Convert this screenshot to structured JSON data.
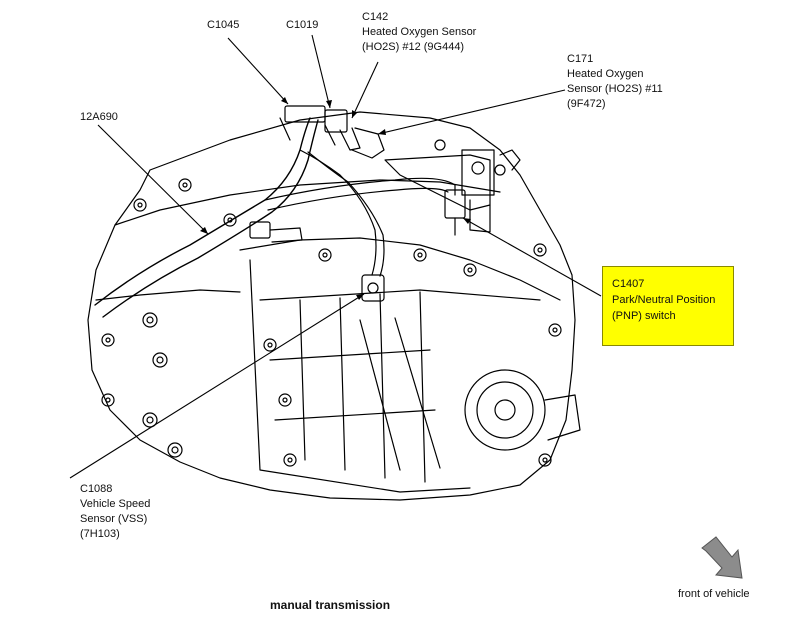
{
  "callouts": {
    "c1045": {
      "id": "C1045"
    },
    "c1019": {
      "id": "C1019"
    },
    "c142": {
      "id": "C142",
      "lines": [
        "Heated Oxygen Sensor",
        "(HO2S) #12 (9G444)"
      ]
    },
    "c171": {
      "id": "C171",
      "lines": [
        "Heated Oxygen",
        "Sensor (HO2S) #11",
        "(9F472)"
      ]
    },
    "harness": {
      "id": "12A690"
    },
    "c1407": {
      "id": "C1407",
      "lines": [
        "Park/Neutral Position",
        "(PNP) switch"
      ]
    },
    "c1088": {
      "id": "C1088",
      "lines": [
        "Vehicle Speed",
        "Sensor (VSS)",
        "(7H103)"
      ]
    }
  },
  "caption": "manual transmission",
  "orientation_label": "front of vehicle",
  "colors": {
    "highlight": "#ffff00",
    "line": "#000000",
    "arrow": "#8c8c8c"
  }
}
